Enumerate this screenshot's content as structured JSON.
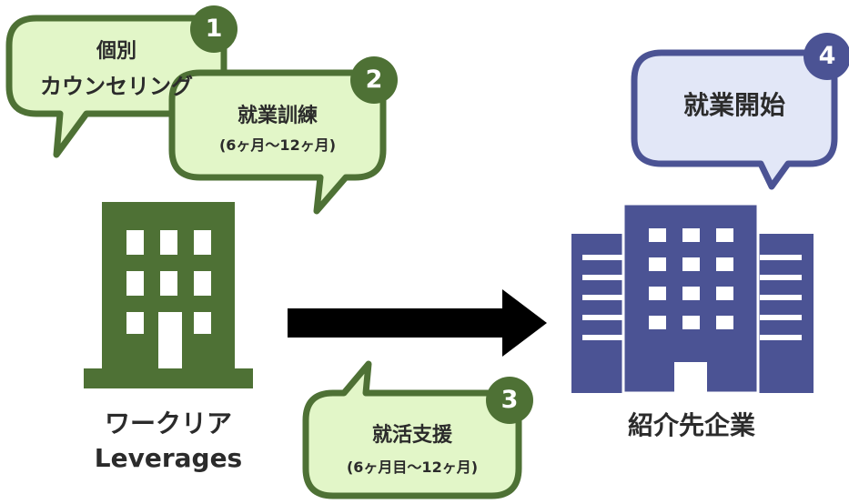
{
  "colors": {
    "green_dark": "#4e7135",
    "green_light": "#e2f6c8",
    "navy": "#4b5394",
    "navy_light": "#e2e7f7",
    "arrow": "#000000"
  },
  "steps": [
    {
      "number": "1",
      "lines": [
        "個別",
        "カウンセリング"
      ]
    },
    {
      "number": "2",
      "lines": [
        "就業訓練",
        "(6ヶ月〜12ヶ月)"
      ]
    },
    {
      "number": "3",
      "lines": [
        "就活支援",
        "(6ヶ月目〜12ヶ月)"
      ]
    },
    {
      "number": "4",
      "lines": [
        "就業開始"
      ]
    }
  ],
  "origin": {
    "line1": "ワークリア",
    "line2": "Leverages",
    "icon": "office-building-icon"
  },
  "destination": {
    "label": "紹介先企業",
    "icon": "office-building-icon"
  },
  "flow_arrow": {
    "icon": "right-arrow-icon"
  }
}
